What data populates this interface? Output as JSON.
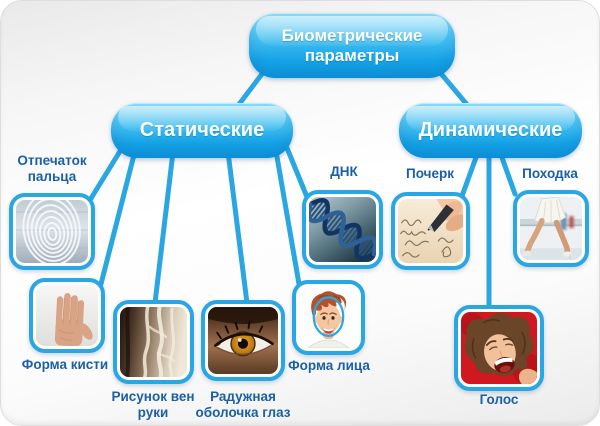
{
  "diagram": {
    "title": "Биометрические параметры",
    "branches": [
      {
        "id": "static",
        "label": "Статические"
      },
      {
        "id": "dynamic",
        "label": "Динамические"
      }
    ],
    "items": {
      "fingerprint": {
        "label": "Отпечаток пальца",
        "branch": "Статические",
        "image": "fingerprint-photo"
      },
      "hand_shape": {
        "label": "Форма кисти",
        "branch": "Статические",
        "image": "palm-hand-photo"
      },
      "vein_pattern": {
        "label": "Рисунок вен руки",
        "branch": "Статические",
        "image": "arm-veins-photo"
      },
      "iris": {
        "label": "Радужная оболочка глаз",
        "branch": "Статические",
        "image": "eye-iris-photo"
      },
      "face_shape": {
        "label": "Форма лица",
        "branch": "Статические",
        "image": "woman-face-photo"
      },
      "dna": {
        "label": "ДНК",
        "branch": "Статические",
        "image": "dna-helix-photo"
      },
      "handwriting": {
        "label": "Почерк",
        "branch": "Динамические",
        "image": "hand-writing-photo"
      },
      "gait": {
        "label": "Походка",
        "branch": "Динамические",
        "image": "walking-woman-photo"
      },
      "voice": {
        "label": "Голос",
        "branch": "Динамические",
        "image": "shouting-woman-photo"
      }
    },
    "colors": {
      "accent_blue": "#2aa7e3",
      "node_gradient_top": "#8edcf8",
      "node_gradient_bottom": "#0d9ae0",
      "label_text": "#1a5fa8",
      "node_text": "#ffffff"
    }
  }
}
